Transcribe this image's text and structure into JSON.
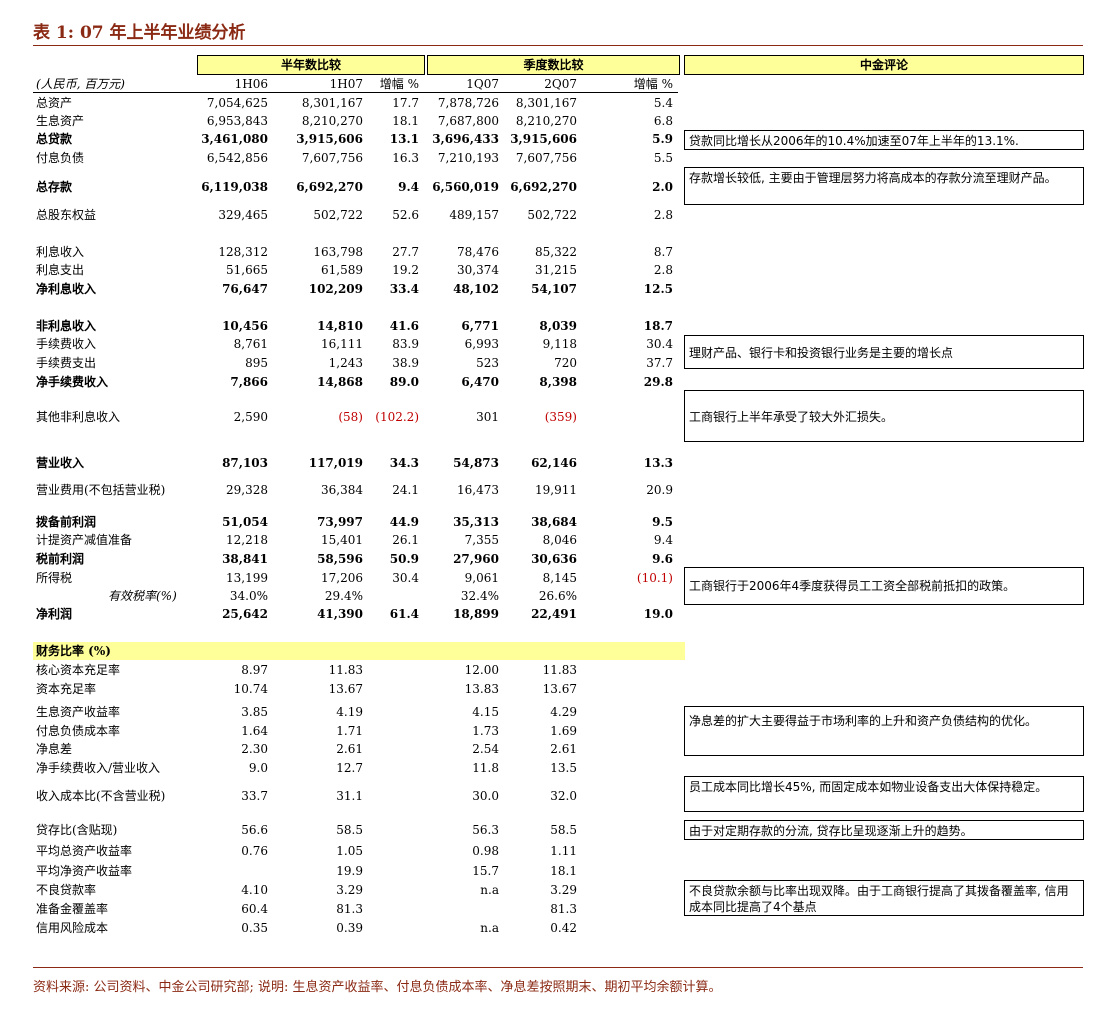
{
  "title": "表 1:  07 年上半年业绩分析",
  "headers": {
    "group_half": "半年数比较",
    "group_quarter": "季度数比较",
    "group_comment": "中金评论",
    "unit": "(人民币, 百万元)",
    "c1": "1H06",
    "c2": "1H07",
    "c3": "增幅 %",
    "c4": "1Q07",
    "c5": "2Q07",
    "c6": "增幅 %"
  },
  "rows": [
    {
      "label": "总资产",
      "v": [
        "7,054,625",
        "8,301,167",
        "17.7",
        "7,878,726",
        "8,301,167",
        "5.4"
      ]
    },
    {
      "label": "生息资产",
      "v": [
        "6,953,843",
        "8,210,270",
        "18.1",
        "7,687,800",
        "8,210,270",
        "6.8"
      ]
    },
    {
      "label": "总贷款",
      "v": [
        "3,461,080",
        "3,915,606",
        "13.1",
        "3,696,433",
        "3,915,606",
        "5.9"
      ]
    },
    {
      "label": "付息负债",
      "v": [
        "6,542,856",
        "7,607,756",
        "16.3",
        "7,210,193",
        "7,607,756",
        "5.5"
      ]
    },
    {
      "label": "总存款",
      "v": [
        "6,119,038",
        "6,692,270",
        "9.4",
        "6,560,019",
        "6,692,270",
        "2.0"
      ]
    },
    {
      "label": "总股东权益",
      "v": [
        "329,465",
        "502,722",
        "52.6",
        "489,157",
        "502,722",
        "2.8"
      ]
    },
    {
      "label": "利息收入",
      "v": [
        "128,312",
        "163,798",
        "27.7",
        "78,476",
        "85,322",
        "8.7"
      ]
    },
    {
      "label": "利息支出",
      "v": [
        "51,665",
        "61,589",
        "19.2",
        "30,374",
        "31,215",
        "2.8"
      ]
    },
    {
      "label": "净利息收入",
      "v": [
        "76,647",
        "102,209",
        "33.4",
        "48,102",
        "54,107",
        "12.5"
      ]
    },
    {
      "label": "非利息收入",
      "v": [
        "10,456",
        "14,810",
        "41.6",
        "6,771",
        "8,039",
        "18.7"
      ]
    },
    {
      "label": "手续费收入",
      "v": [
        "8,761",
        "16,111",
        "83.9",
        "6,993",
        "9,118",
        "30.4"
      ]
    },
    {
      "label": "手续费支出",
      "v": [
        "895",
        "1,243",
        "38.9",
        "523",
        "720",
        "37.7"
      ]
    },
    {
      "label": "净手续费收入",
      "v": [
        "7,866",
        "14,868",
        "89.0",
        "6,470",
        "8,398",
        "29.8"
      ]
    },
    {
      "label": "其他非利息收入",
      "v": [
        "2,590",
        "(58)",
        "(102.2)",
        "301",
        "(359)",
        ""
      ]
    },
    {
      "label": "营业收入",
      "v": [
        "87,103",
        "117,019",
        "34.3",
        "54,873",
        "62,146",
        "13.3"
      ]
    },
    {
      "label": "营业费用(不包括营业税)",
      "v": [
        "29,328",
        "36,384",
        "24.1",
        "16,473",
        "19,911",
        "20.9"
      ]
    },
    {
      "label": "拨备前利润",
      "v": [
        "51,054",
        "73,997",
        "44.9",
        "35,313",
        "38,684",
        "9.5"
      ]
    },
    {
      "label": "计提资产减值准备",
      "v": [
        "12,218",
        "15,401",
        "26.1",
        "7,355",
        "8,046",
        "9.4"
      ]
    },
    {
      "label": "税前利润",
      "v": [
        "38,841",
        "58,596",
        "50.9",
        "27,960",
        "30,636",
        "9.6"
      ]
    },
    {
      "label": "所得税",
      "v": [
        "13,199",
        "17,206",
        "30.4",
        "9,061",
        "8,145",
        "(10.1)"
      ]
    },
    {
      "label": "有效税率(%)",
      "v": [
        "34.0%",
        "29.4%",
        "",
        "32.4%",
        "26.6%",
        ""
      ]
    },
    {
      "label": "净利润",
      "v": [
        "25,642",
        "41,390",
        "61.4",
        "18,899",
        "22,491",
        "19.0"
      ]
    }
  ],
  "ratio_section": "财务比率 (%)",
  "ratios": [
    {
      "label": "核心资本充足率",
      "v": [
        "8.97",
        "11.83",
        "",
        "12.00",
        "11.83",
        ""
      ]
    },
    {
      "label": "资本充足率",
      "v": [
        "10.74",
        "13.67",
        "",
        "13.83",
        "13.67",
        ""
      ]
    },
    {
      "label": "生息资产收益率",
      "v": [
        "3.85",
        "4.19",
        "",
        "4.15",
        "4.29",
        ""
      ]
    },
    {
      "label": "付息负债成本率",
      "v": [
        "1.64",
        "1.71",
        "",
        "1.73",
        "1.69",
        ""
      ]
    },
    {
      "label": "净息差",
      "v": [
        "2.30",
        "2.61",
        "",
        "2.54",
        "2.61",
        ""
      ]
    },
    {
      "label": "净手续费收入/营业收入",
      "v": [
        "9.0",
        "12.7",
        "",
        "11.8",
        "13.5",
        ""
      ]
    },
    {
      "label": "收入成本比(不含营业税)",
      "v": [
        "33.7",
        "31.1",
        "",
        "30.0",
        "32.0",
        ""
      ]
    },
    {
      "label": "贷存比(含贴现)",
      "v": [
        "56.6",
        "58.5",
        "",
        "56.3",
        "58.5",
        ""
      ]
    },
    {
      "label": "平均总资产收益率",
      "v": [
        "0.76",
        "1.05",
        "",
        "0.98",
        "1.11",
        ""
      ]
    },
    {
      "label": "平均净资产收益率",
      "v": [
        "",
        "19.9",
        "",
        "15.7",
        "18.1",
        ""
      ]
    },
    {
      "label": "不良贷款率",
      "v": [
        "4.10",
        "3.29",
        "",
        "n.a",
        "3.29",
        ""
      ]
    },
    {
      "label": "准备金覆盖率",
      "v": [
        "60.4",
        "81.3",
        "",
        "",
        "81.3",
        ""
      ]
    },
    {
      "label": "信用风险成本",
      "v": [
        "0.35",
        "0.39",
        "",
        "n.a",
        "0.42",
        ""
      ]
    }
  ],
  "comments": [
    "贷款同比增长从2006年的10.4%加速至07年上半年的13.1%.",
    "存款增长较低, 主要由于管理层努力将高成本的存款分流至理财产品。",
    "理财产品、银行卡和投资银行业务是主要的增长点",
    "工商银行上半年承受了较大外汇损失。",
    "工商银行于2006年4季度获得员工工资全部税前抵扣的政策。",
    "净息差的扩大主要得益于市场利率的上升和资产负债结构的优化。",
    "员工成本同比增长45%, 而固定成本如物业设备支出大体保持稳定。",
    "由于对定期存款的分流, 贷存比呈现逐渐上升的趋势。",
    "不良贷款余额与比率出现双降。由于工商银行提高了其拨备覆盖率, 信用成本同比提高了4个基点"
  ],
  "source": "资料来源: 公司资料、中金公司研究部; 说明: 生息资产收益率、付息负债成本率、净息差按照期末、期初平均余额计算。"
}
